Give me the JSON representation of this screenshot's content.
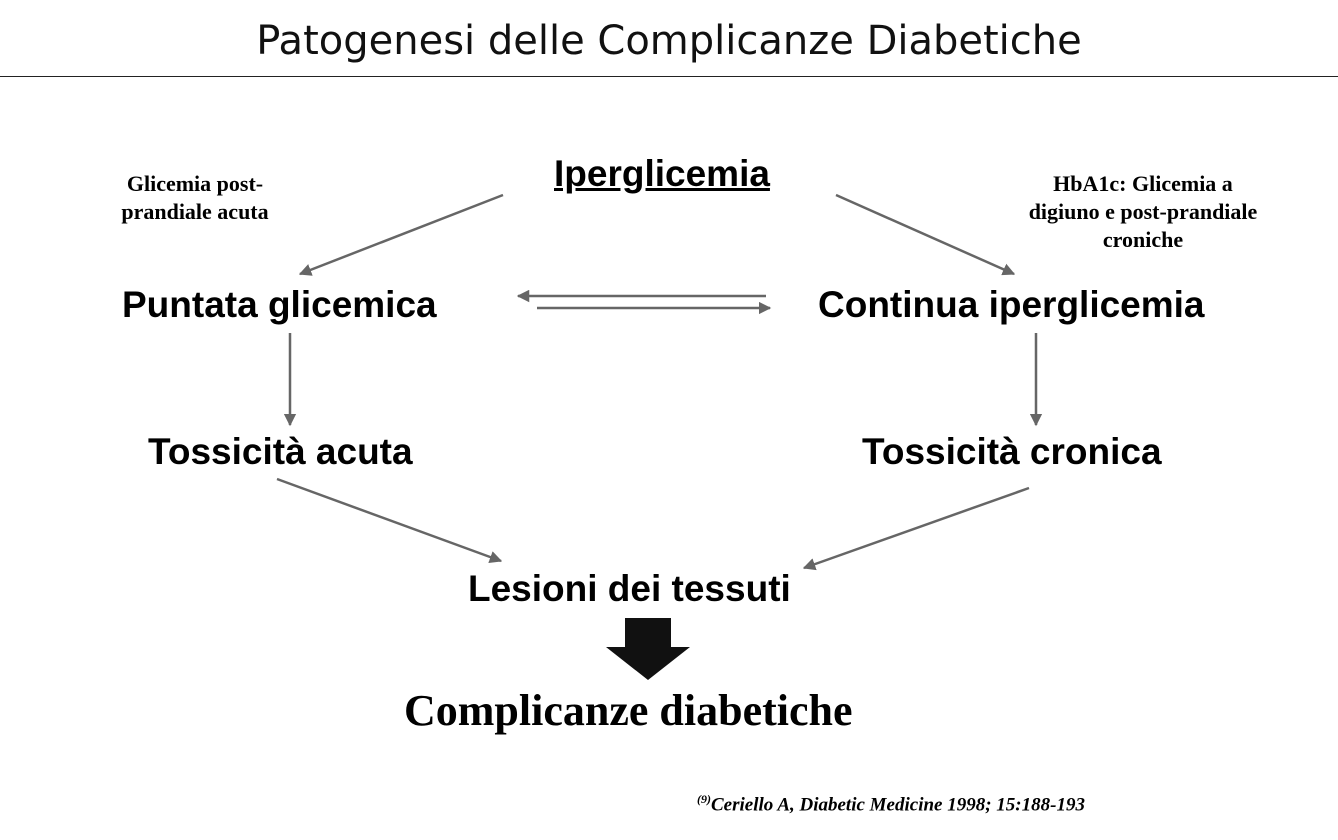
{
  "slide": {
    "title": "Patogenesi delle Complicanze Diabetiche"
  },
  "nodes": {
    "iperglicemia": "Iperglicemia",
    "puntata": "Puntata glicemica",
    "continua": "Continua iperglicemia",
    "tossicita_acuta": "Tossicità acuta",
    "tossicita_cronica": "Tossicità cronica",
    "lesioni": "Lesioni dei tessuti",
    "complicanze": "Complicanze diabetiche"
  },
  "notes": {
    "left": "Glicemia post-prandiale acuta",
    "right": "HbA1c: Glicemia a digiuno e post-prandiale croniche"
  },
  "citation": {
    "ref": "(9)",
    "text": "Ceriello A, Diabetic Medicine 1998; 15:188-193"
  },
  "colors": {
    "arrow": "#666666",
    "block_arrow": "#111111"
  }
}
